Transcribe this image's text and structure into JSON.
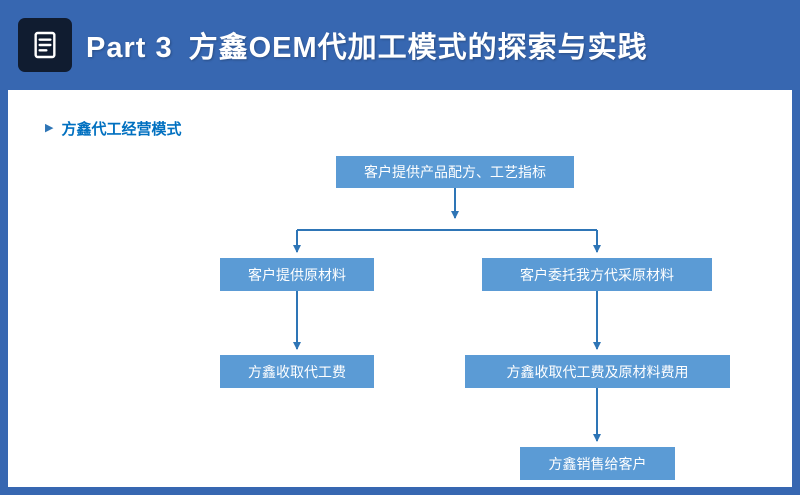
{
  "header": {
    "part_label": "Part 3",
    "title": "方鑫OEM代加工模式的探索与实践",
    "icon": "document-icon"
  },
  "section": {
    "bullet_label": "方鑫代工经营模式"
  },
  "flowchart": {
    "nodes": {
      "top": "客户提供产品配方、工艺指标",
      "left_source": "客户提供原材料",
      "right_source": "客户委托我方代采原材料",
      "left_fee": "方鑫收取代工费",
      "right_fee": "方鑫收取代工费及原材料费用",
      "sale": "方鑫销售给客户"
    }
  },
  "colors": {
    "slide_background": "#3767B1",
    "panel_background": "#FFFFFF",
    "node_fill": "#5B9BD5",
    "node_text": "#FFFFFF",
    "connector": "#2E75B6",
    "bullet_text": "#0070C0",
    "header_text": "#FFFFFF",
    "header_icon_background": "#101C30"
  }
}
